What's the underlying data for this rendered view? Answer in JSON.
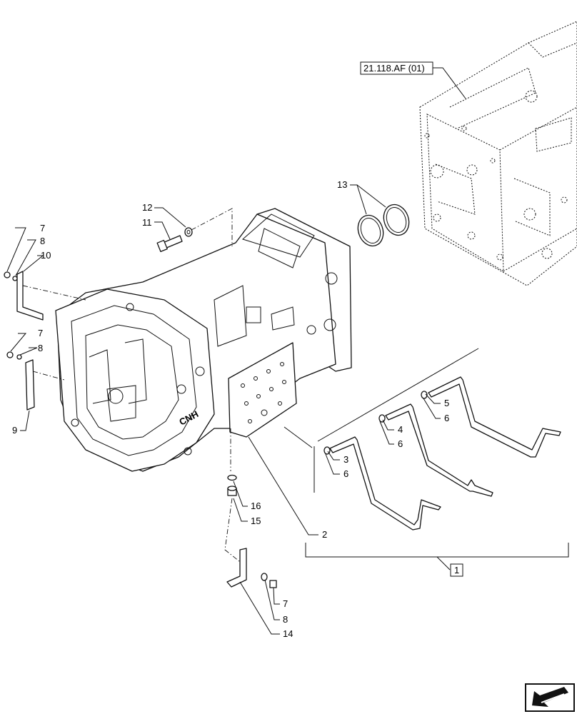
{
  "reference_label": "21.118.AF (01)",
  "callouts": {
    "c1": "1",
    "c2": "2",
    "c3": "3",
    "c4": "4",
    "c5": "5",
    "c6a": "6",
    "c6b": "6",
    "c6c": "6",
    "c7a": "7",
    "c7b": "7",
    "c7c": "7",
    "c8a": "8",
    "c8b": "8",
    "c8c": "8",
    "c9": "9",
    "c10": "10",
    "c11": "11",
    "c12": "12",
    "c13": "13",
    "c14": "14",
    "c15": "15",
    "c16": "16"
  },
  "housing_logo": "CNH",
  "nav_icon": "navigation-arrow-icon"
}
